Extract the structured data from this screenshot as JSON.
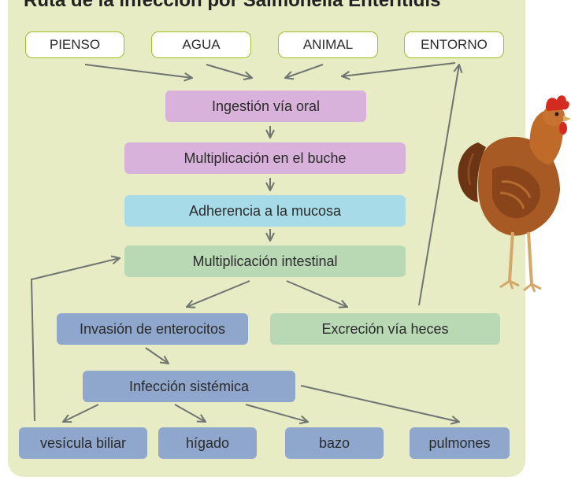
{
  "title": "Ruta de la infección por Salmonella Enteritidis",
  "sources": [
    "PIENSO",
    "AGUA",
    "ANIMAL",
    "ENTORNO"
  ],
  "steps": {
    "ingestion": "Ingestión vía oral",
    "buche": "Multiplicación en el buche",
    "adherencia": "Adherencia a la mucosa",
    "intestinal": "Multiplicación intestinal",
    "invasion": "Invasión de enterocitos",
    "excrecion": "Excreción vía heces",
    "sistemica": "Infección sistémica"
  },
  "organs": [
    "vesícula biliar",
    "hígado",
    "bazo",
    "pulmones"
  ],
  "colors": {
    "panel": "#e7ecc4",
    "source_border": "#9cbf2a",
    "pink": "#d9b2dc",
    "cyan": "#a8dbe8",
    "green": "#b9d9b5",
    "blue": "#8fa6cd",
    "arrow": "#6f7570"
  }
}
